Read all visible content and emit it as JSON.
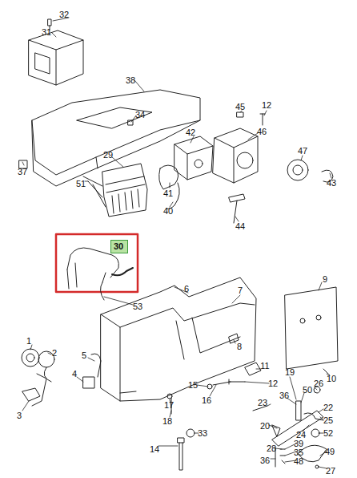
{
  "diagram": {
    "nodes": [
      {
        "text": [
          "30"
        ]
      }
    ],
    "labels": [
      "32",
      "31",
      "38",
      "34",
      "37",
      "29",
      "51",
      "41",
      "42",
      "40",
      "45",
      "12",
      "46",
      "47",
      "43",
      "44",
      "53",
      "6",
      "7",
      "1",
      "2",
      "9",
      "5",
      "8",
      "4",
      "11",
      "12",
      "10",
      "3",
      "15",
      "16",
      "19",
      "17",
      "18",
      "26",
      "36",
      "50",
      "23",
      "22",
      "25",
      "20",
      "24",
      "52",
      "28",
      "39",
      "35",
      "14",
      "33",
      "36",
      "48",
      "49",
      "27"
    ]
  }
}
